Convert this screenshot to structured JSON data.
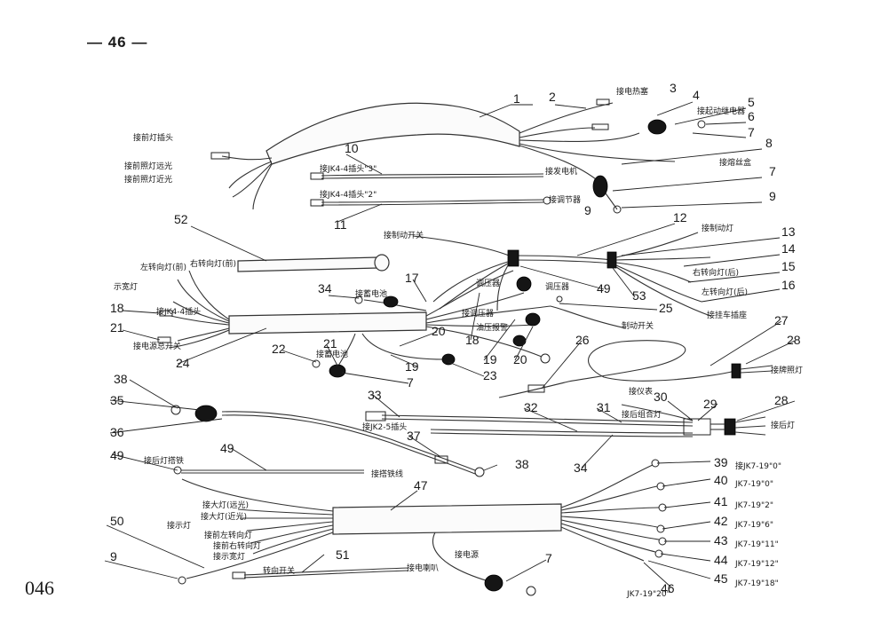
{
  "page_header": "— 46 —",
  "footer_code": "046",
  "callouts": [
    {
      "id": "c1",
      "n": "1"
    },
    {
      "id": "c2",
      "n": "2"
    },
    {
      "id": "c3",
      "n": "3"
    },
    {
      "id": "c4",
      "n": "4"
    },
    {
      "id": "c5",
      "n": "5"
    },
    {
      "id": "c6",
      "n": "6"
    },
    {
      "id": "c7a",
      "n": "7"
    },
    {
      "id": "c8",
      "n": "8"
    },
    {
      "id": "c7b",
      "n": "7"
    },
    {
      "id": "c9a",
      "n": "9"
    },
    {
      "id": "c10",
      "n": "10"
    },
    {
      "id": "c9b",
      "n": "9"
    },
    {
      "id": "c11",
      "n": "11"
    },
    {
      "id": "c12",
      "n": "12"
    },
    {
      "id": "c13",
      "n": "13"
    },
    {
      "id": "c14",
      "n": "14"
    },
    {
      "id": "c15",
      "n": "15"
    },
    {
      "id": "c16",
      "n": "16"
    },
    {
      "id": "c52",
      "n": "52"
    },
    {
      "id": "c49a",
      "n": "49"
    },
    {
      "id": "c53",
      "n": "53"
    },
    {
      "id": "c17",
      "n": "17"
    },
    {
      "id": "c34a",
      "n": "34"
    },
    {
      "id": "c25",
      "n": "25"
    },
    {
      "id": "c18a",
      "n": "18"
    },
    {
      "id": "c21a",
      "n": "21"
    },
    {
      "id": "c24",
      "n": "24"
    },
    {
      "id": "c22",
      "n": "22"
    },
    {
      "id": "c21b",
      "n": "21"
    },
    {
      "id": "c20a",
      "n": "20"
    },
    {
      "id": "c19a",
      "n": "19"
    },
    {
      "id": "c7c",
      "n": "7"
    },
    {
      "id": "c18b",
      "n": "18"
    },
    {
      "id": "c19b",
      "n": "19"
    },
    {
      "id": "c20b",
      "n": "20"
    },
    {
      "id": "c23",
      "n": "23"
    },
    {
      "id": "c26",
      "n": "26"
    },
    {
      "id": "c27",
      "n": "27"
    },
    {
      "id": "c28a",
      "n": "28"
    },
    {
      "id": "c38a",
      "n": "38"
    },
    {
      "id": "c35",
      "n": "35"
    },
    {
      "id": "c36",
      "n": "36"
    },
    {
      "id": "c33",
      "n": "33"
    },
    {
      "id": "c32",
      "n": "32"
    },
    {
      "id": "c31",
      "n": "31"
    },
    {
      "id": "c30",
      "n": "30"
    },
    {
      "id": "c29",
      "n": "29"
    },
    {
      "id": "c28b",
      "n": "28"
    },
    {
      "id": "c37",
      "n": "37"
    },
    {
      "id": "c38b",
      "n": "38"
    },
    {
      "id": "c34b",
      "n": "34"
    },
    {
      "id": "c49b",
      "n": "49"
    },
    {
      "id": "c49c",
      "n": "49"
    },
    {
      "id": "c39",
      "n": "39"
    },
    {
      "id": "c40",
      "n": "40"
    },
    {
      "id": "c41",
      "n": "41"
    },
    {
      "id": "c42",
      "n": "42"
    },
    {
      "id": "c43",
      "n": "43"
    },
    {
      "id": "c44",
      "n": "44"
    },
    {
      "id": "c45",
      "n": "45"
    },
    {
      "id": "c46",
      "n": "46"
    },
    {
      "id": "c47",
      "n": "47"
    },
    {
      "id": "c50",
      "n": "50"
    },
    {
      "id": "c9c",
      "n": "9"
    },
    {
      "id": "c51",
      "n": "51"
    },
    {
      "id": "c7d",
      "n": "7"
    }
  ],
  "labels": [
    {
      "id": "l01",
      "text": "接前灯插头"
    },
    {
      "id": "l02",
      "text": "接前照灯远光"
    },
    {
      "id": "l03",
      "text": "接前照灯近光"
    },
    {
      "id": "l04",
      "text": "接电热塞"
    },
    {
      "id": "l05",
      "text": "接起动继电器"
    },
    {
      "id": "l06",
      "text": "接熔丝盒"
    },
    {
      "id": "l07",
      "text": "接JK4-4插头\"3\""
    },
    {
      "id": "l08",
      "text": "接JK4-4插头\"2\""
    },
    {
      "id": "l09",
      "text": "接发电机"
    },
    {
      "id": "l10",
      "text": "接调节器"
    },
    {
      "id": "l11",
      "text": "接制动开关"
    },
    {
      "id": "l12",
      "text": "接制动灯"
    },
    {
      "id": "l13",
      "text": "右转向灯(后)"
    },
    {
      "id": "l14",
      "text": "左转向灯(后)"
    },
    {
      "id": "l15",
      "text": "接挂车插座"
    },
    {
      "id": "l16",
      "text": "左转向灯(前)"
    },
    {
      "id": "l17",
      "text": "右转向灯(前)"
    },
    {
      "id": "l18",
      "text": "示宽灯"
    },
    {
      "id": "l19",
      "text": "接JK4-4插头"
    },
    {
      "id": "l20",
      "text": "接电源总开关"
    },
    {
      "id": "l21",
      "text": "接蓄电池"
    },
    {
      "id": "l22",
      "text": "调压器"
    },
    {
      "id": "l23",
      "text": "调压器"
    },
    {
      "id": "l24",
      "text": "接调压器"
    },
    {
      "id": "l25",
      "text": "油压报警"
    },
    {
      "id": "l26",
      "text": "制动开关"
    },
    {
      "id": "l27",
      "text": "接蓄电池"
    },
    {
      "id": "l28",
      "text": "接牌照灯"
    },
    {
      "id": "l29",
      "text": "接后灯"
    },
    {
      "id": "l30",
      "text": "接JK2-5插头"
    },
    {
      "id": "l31",
      "text": "接后组合灯"
    },
    {
      "id": "l32",
      "text": "接仪表"
    },
    {
      "id": "l33",
      "text": "接搭铁线"
    },
    {
      "id": "l34",
      "text": "接JK7-19\"0\""
    },
    {
      "id": "l35",
      "text": "JK7-19\"0\""
    },
    {
      "id": "l36",
      "text": "JK7-19\"2\""
    },
    {
      "id": "l37",
      "text": "JK7-19\"6\""
    },
    {
      "id": "l38",
      "text": "JK7-19\"11\""
    },
    {
      "id": "l39",
      "text": "JK7-19\"12\""
    },
    {
      "id": "l40",
      "text": "JK7-19\"18\""
    },
    {
      "id": "l41",
      "text": "JK7-19\"20\""
    },
    {
      "id": "l42",
      "text": "接大灯(远光)"
    },
    {
      "id": "l43",
      "text": "接大灯(近光)"
    },
    {
      "id": "l44",
      "text": "接前左转向灯"
    },
    {
      "id": "l45",
      "text": "接前右转向灯"
    },
    {
      "id": "l46",
      "text": "接示宽灯"
    },
    {
      "id": "l47",
      "text": "接示灯"
    },
    {
      "id": "l48",
      "text": "转向开关"
    },
    {
      "id": "l49",
      "text": "接后灯搭铁"
    },
    {
      "id": "l50",
      "text": "接电喇叭"
    },
    {
      "id": "l51",
      "text": "接电源"
    }
  ]
}
